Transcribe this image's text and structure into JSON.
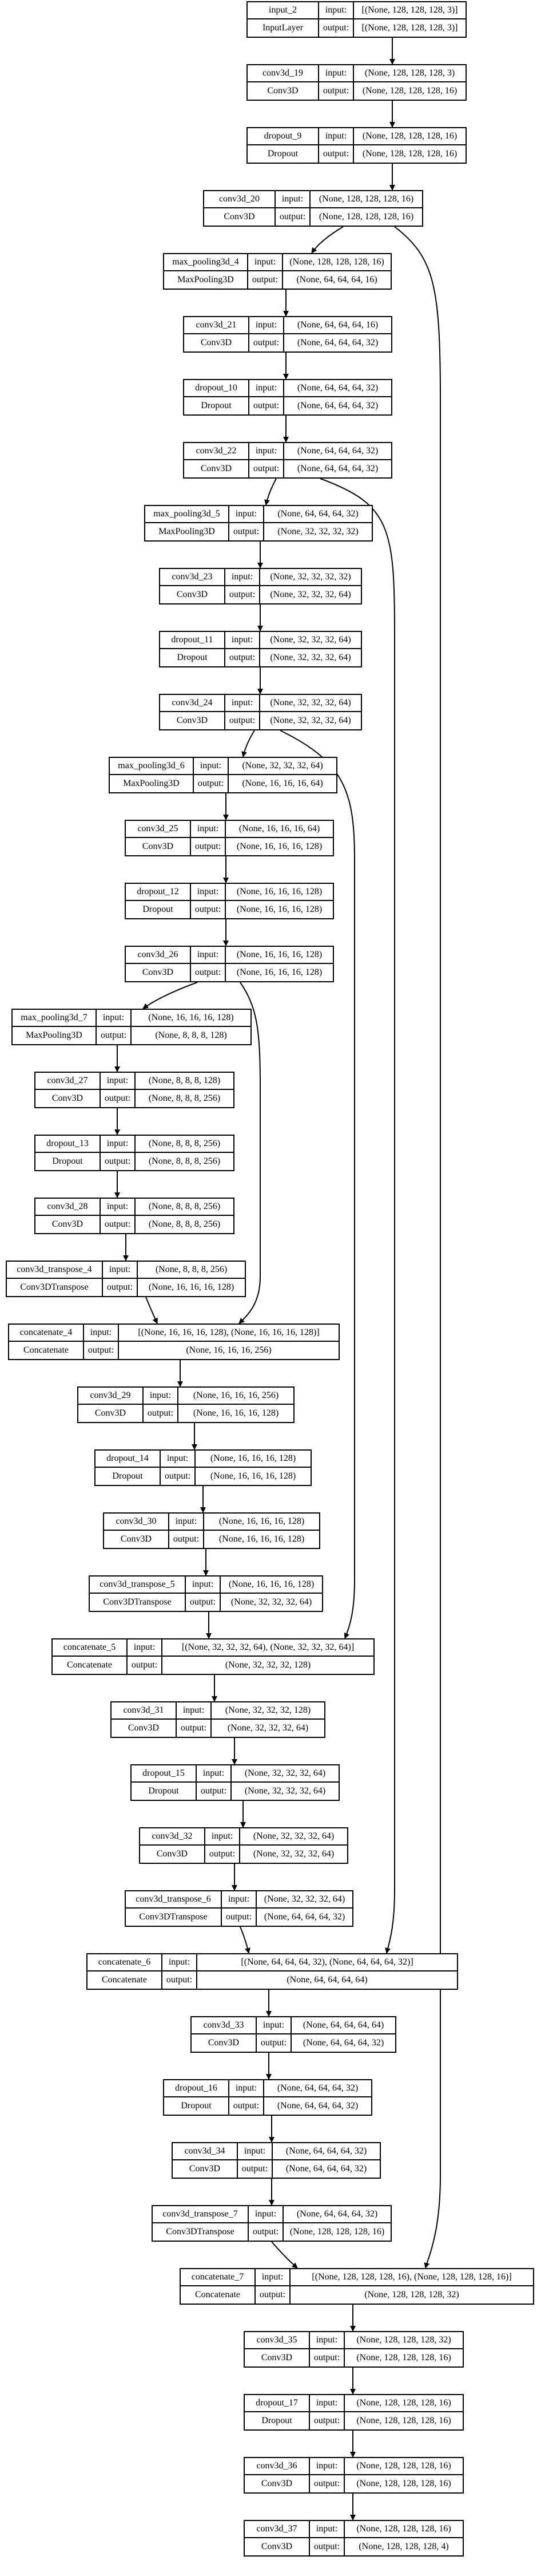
{
  "diagram": {
    "nodes": [
      {
        "name": "input_2",
        "type": "InputLayer",
        "input": "[(None, 128, 128, 128, 3)]",
        "output": "[(None, 128, 128, 128, 3)]"
      },
      {
        "name": "conv3d_19",
        "type": "Conv3D",
        "input": "(None, 128, 128, 128, 3)",
        "output": "(None, 128, 128, 128, 16)"
      },
      {
        "name": "dropout_9",
        "type": "Dropout",
        "input": "(None, 128, 128, 128, 16)",
        "output": "(None, 128, 128, 128, 16)"
      },
      {
        "name": "conv3d_20",
        "type": "Conv3D",
        "input": "(None, 128, 128, 128, 16)",
        "output": "(None, 128, 128, 128, 16)"
      },
      {
        "name": "max_pooling3d_4",
        "type": "MaxPooling3D",
        "input": "(None, 128, 128, 128, 16)",
        "output": "(None, 64, 64, 64, 16)"
      },
      {
        "name": "conv3d_21",
        "type": "Conv3D",
        "input": "(None, 64, 64, 64, 16)",
        "output": "(None, 64, 64, 64, 32)"
      },
      {
        "name": "dropout_10",
        "type": "Dropout",
        "input": "(None, 64, 64, 64, 32)",
        "output": "(None, 64, 64, 64, 32)"
      },
      {
        "name": "conv3d_22",
        "type": "Conv3D",
        "input": "(None, 64, 64, 64, 32)",
        "output": "(None, 64, 64, 64, 32)"
      },
      {
        "name": "max_pooling3d_5",
        "type": "MaxPooling3D",
        "input": "(None, 64, 64, 64, 32)",
        "output": "(None, 32, 32, 32, 32)"
      },
      {
        "name": "conv3d_23",
        "type": "Conv3D",
        "input": "(None, 32, 32, 32, 32)",
        "output": "(None, 32, 32, 32, 64)"
      },
      {
        "name": "dropout_11",
        "type": "Dropout",
        "input": "(None, 32, 32, 32, 64)",
        "output": "(None, 32, 32, 32, 64)"
      },
      {
        "name": "conv3d_24",
        "type": "Conv3D",
        "input": "(None, 32, 32, 32, 64)",
        "output": "(None, 32, 32, 32, 64)"
      },
      {
        "name": "max_pooling3d_6",
        "type": "MaxPooling3D",
        "input": "(None, 32, 32, 32, 64)",
        "output": "(None, 16, 16, 16, 64)"
      },
      {
        "name": "conv3d_25",
        "type": "Conv3D",
        "input": "(None, 16, 16, 16, 64)",
        "output": "(None, 16, 16, 16, 128)"
      },
      {
        "name": "dropout_12",
        "type": "Dropout",
        "input": "(None, 16, 16, 16, 128)",
        "output": "(None, 16, 16, 16, 128)"
      },
      {
        "name": "conv3d_26",
        "type": "Conv3D",
        "input": "(None, 16, 16, 16, 128)",
        "output": "(None, 16, 16, 16, 128)"
      },
      {
        "name": "max_pooling3d_7",
        "type": "MaxPooling3D",
        "input": "(None, 16, 16, 16, 128)",
        "output": "(None, 8, 8, 8, 128)"
      },
      {
        "name": "conv3d_27",
        "type": "Conv3D",
        "input": "(None, 8, 8, 8, 128)",
        "output": "(None, 8, 8, 8, 256)"
      },
      {
        "name": "dropout_13",
        "type": "Dropout",
        "input": "(None, 8, 8, 8, 256)",
        "output": "(None, 8, 8, 8, 256)"
      },
      {
        "name": "conv3d_28",
        "type": "Conv3D",
        "input": "(None, 8, 8, 8, 256)",
        "output": "(None, 8, 8, 8, 256)"
      },
      {
        "name": "conv3d_transpose_4",
        "type": "Conv3DTranspose",
        "input": "(None, 8, 8, 8, 256)",
        "output": "(None, 16, 16, 16, 128)"
      },
      {
        "name": "concatenate_4",
        "type": "Concatenate",
        "input": "[(None, 16, 16, 16, 128), (None, 16, 16, 16, 128)]",
        "output": "(None, 16, 16, 16, 256)"
      },
      {
        "name": "conv3d_29",
        "type": "Conv3D",
        "input": "(None, 16, 16, 16, 256)",
        "output": "(None, 16, 16, 16, 128)"
      },
      {
        "name": "dropout_14",
        "type": "Dropout",
        "input": "(None, 16, 16, 16, 128)",
        "output": "(None, 16, 16, 16, 128)"
      },
      {
        "name": "conv3d_30",
        "type": "Conv3D",
        "input": "(None, 16, 16, 16, 128)",
        "output": "(None, 16, 16, 16, 128)"
      },
      {
        "name": "conv3d_transpose_5",
        "type": "Conv3DTranspose",
        "input": "(None, 16, 16, 16, 128)",
        "output": "(None, 32, 32, 32, 64)"
      },
      {
        "name": "concatenate_5",
        "type": "Concatenate",
        "input": "[(None, 32, 32, 32, 64), (None, 32, 32, 32, 64)]",
        "output": "(None, 32, 32, 32, 128)"
      },
      {
        "name": "conv3d_31",
        "type": "Conv3D",
        "input": "(None, 32, 32, 32, 128)",
        "output": "(None, 32, 32, 32, 64)"
      },
      {
        "name": "dropout_15",
        "type": "Dropout",
        "input": "(None, 32, 32, 32, 64)",
        "output": "(None, 32, 32, 32, 64)"
      },
      {
        "name": "conv3d_32",
        "type": "Conv3D",
        "input": "(None, 32, 32, 32, 64)",
        "output": "(None, 32, 32, 32, 64)"
      },
      {
        "name": "conv3d_transpose_6",
        "type": "Conv3DTranspose",
        "input": "(None, 32, 32, 32, 64)",
        "output": "(None, 64, 64, 64, 32)"
      },
      {
        "name": "concatenate_6",
        "type": "Concatenate",
        "input": "[(None, 64, 64, 64, 32), (None, 64, 64, 64, 32)]",
        "output": "(None, 64, 64, 64, 64)"
      },
      {
        "name": "conv3d_33",
        "type": "Conv3D",
        "input": "(None, 64, 64, 64, 64)",
        "output": "(None, 64, 64, 64, 32)"
      },
      {
        "name": "dropout_16",
        "type": "Dropout",
        "input": "(None, 64, 64, 64, 32)",
        "output": "(None, 64, 64, 64, 32)"
      },
      {
        "name": "conv3d_34",
        "type": "Conv3D",
        "input": "(None, 64, 64, 64, 32)",
        "output": "(None, 64, 64, 64, 32)"
      },
      {
        "name": "conv3d_transpose_7",
        "type": "Conv3DTranspose",
        "input": "(None, 64, 64, 64, 32)",
        "output": "(None, 128, 128, 128, 16)"
      },
      {
        "name": "concatenate_7",
        "type": "Concatenate",
        "input": "[(None, 128, 128, 128, 16), (None, 128, 128, 128, 16)]",
        "output": "(None, 128, 128, 128, 32)"
      },
      {
        "name": "conv3d_35",
        "type": "Conv3D",
        "input": "(None, 128, 128, 128, 32)",
        "output": "(None, 128, 128, 128, 16)"
      },
      {
        "name": "dropout_17",
        "type": "Dropout",
        "input": "(None, 128, 128, 128, 16)",
        "output": "(None, 128, 128, 128, 16)"
      },
      {
        "name": "conv3d_36",
        "type": "Conv3D",
        "input": "(None, 128, 128, 128, 16)",
        "output": "(None, 128, 128, 128, 16)"
      },
      {
        "name": "conv3d_37",
        "type": "Conv3D",
        "input": "(None, 128, 128, 128, 16)",
        "output": "(None, 128, 128, 128, 4)"
      }
    ],
    "labels": {
      "input": "input:",
      "output": "output:"
    },
    "edges": [
      [
        "input_2",
        "conv3d_19"
      ],
      [
        "conv3d_19",
        "dropout_9"
      ],
      [
        "dropout_9",
        "conv3d_20"
      ],
      [
        "conv3d_20",
        "max_pooling3d_4"
      ],
      [
        "conv3d_20",
        "concatenate_7"
      ],
      [
        "max_pooling3d_4",
        "conv3d_21"
      ],
      [
        "conv3d_21",
        "dropout_10"
      ],
      [
        "dropout_10",
        "conv3d_22"
      ],
      [
        "conv3d_22",
        "max_pooling3d_5"
      ],
      [
        "conv3d_22",
        "concatenate_6"
      ],
      [
        "max_pooling3d_5",
        "conv3d_23"
      ],
      [
        "conv3d_23",
        "dropout_11"
      ],
      [
        "dropout_11",
        "conv3d_24"
      ],
      [
        "conv3d_24",
        "max_pooling3d_6"
      ],
      [
        "conv3d_24",
        "concatenate_5"
      ],
      [
        "max_pooling3d_6",
        "conv3d_25"
      ],
      [
        "conv3d_25",
        "dropout_12"
      ],
      [
        "dropout_12",
        "conv3d_26"
      ],
      [
        "conv3d_26",
        "max_pooling3d_7"
      ],
      [
        "conv3d_26",
        "concatenate_4"
      ],
      [
        "max_pooling3d_7",
        "conv3d_27"
      ],
      [
        "conv3d_27",
        "dropout_13"
      ],
      [
        "dropout_13",
        "conv3d_28"
      ],
      [
        "conv3d_28",
        "conv3d_transpose_4"
      ],
      [
        "conv3d_transpose_4",
        "concatenate_4"
      ],
      [
        "concatenate_4",
        "conv3d_29"
      ],
      [
        "conv3d_29",
        "dropout_14"
      ],
      [
        "dropout_14",
        "conv3d_30"
      ],
      [
        "conv3d_30",
        "conv3d_transpose_5"
      ],
      [
        "conv3d_transpose_5",
        "concatenate_5"
      ],
      [
        "concatenate_5",
        "conv3d_31"
      ],
      [
        "conv3d_31",
        "dropout_15"
      ],
      [
        "dropout_15",
        "conv3d_32"
      ],
      [
        "conv3d_32",
        "conv3d_transpose_6"
      ],
      [
        "conv3d_transpose_6",
        "concatenate_6"
      ],
      [
        "concatenate_6",
        "conv3d_33"
      ],
      [
        "conv3d_33",
        "dropout_16"
      ],
      [
        "dropout_16",
        "conv3d_34"
      ],
      [
        "conv3d_34",
        "conv3d_transpose_7"
      ],
      [
        "conv3d_transpose_7",
        "concatenate_7"
      ],
      [
        "concatenate_7",
        "conv3d_35"
      ],
      [
        "conv3d_35",
        "dropout_17"
      ],
      [
        "dropout_17",
        "conv3d_36"
      ],
      [
        "conv3d_36",
        "conv3d_37"
      ]
    ]
  }
}
